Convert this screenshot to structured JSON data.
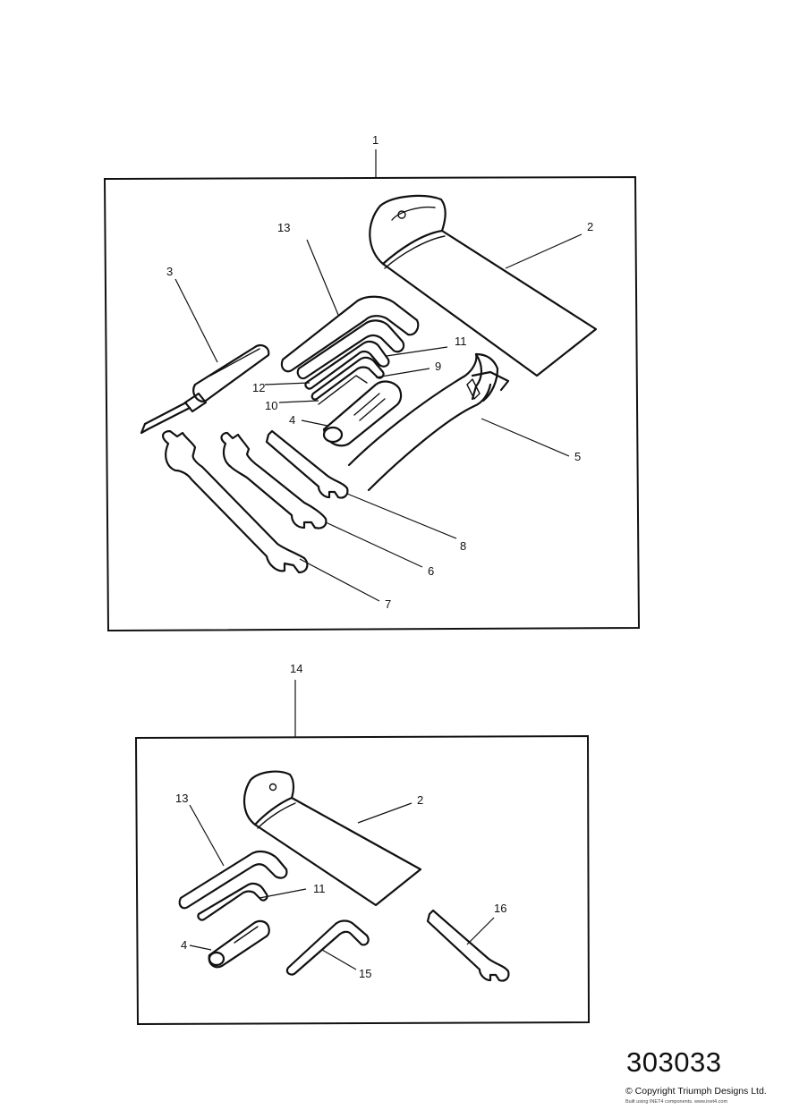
{
  "callouts": {
    "top_kit": "1",
    "tool_roll": "2",
    "screwdriver": "3",
    "plug_spanner": "4",
    "pliers": "5",
    "spanner_medium": "6",
    "spanner_large": "7",
    "spanner_small": "8",
    "hex_key_9": "9",
    "hex_key_10": "10",
    "hex_key_11": "11",
    "hex_key_12": "12",
    "hex_key_13": "13",
    "bottom_kit": "14",
    "bottom_tool_roll": "2",
    "bottom_hex_key_13": "13",
    "bottom_hex_key_11": "11",
    "bottom_plug_spanner": "4",
    "bottom_bent_bar": "15",
    "bottom_spanner": "16"
  },
  "figure_number": "303033",
  "copyright": "© Copyright Triumph Designs Ltd.",
  "built_with": "Built using INET4 components. www.inet4.com"
}
